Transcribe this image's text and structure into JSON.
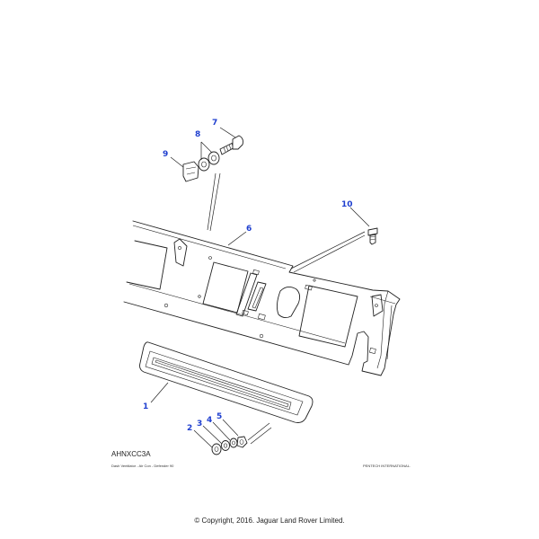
{
  "callouts": [
    {
      "id": "1",
      "text": "1"
    },
    {
      "id": "2",
      "text": "2"
    },
    {
      "id": "3",
      "text": "3"
    },
    {
      "id": "4",
      "text": "4"
    },
    {
      "id": "5",
      "text": "5"
    },
    {
      "id": "6",
      "text": "6"
    },
    {
      "id": "7",
      "text": "7"
    },
    {
      "id": "8",
      "text": "8"
    },
    {
      "id": "9",
      "text": "9"
    },
    {
      "id": "10",
      "text": "10"
    }
  ],
  "reference_code": "AHNXCC3A",
  "caption": "Dash Ventilator - Air Con - Defender 90",
  "publisher": "PENTECH INTERNATIONAL.",
  "copyright": "© Copyright, 2016. Jaguar Land Rover Limited.",
  "colors": {
    "callout": "#1f3fcf",
    "line": "#222222",
    "background": "#ffffff"
  }
}
